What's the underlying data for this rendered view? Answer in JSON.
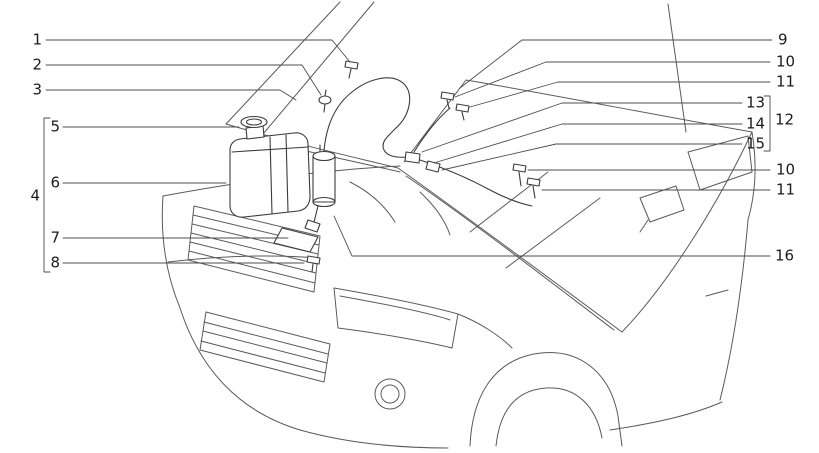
{
  "figure": {
    "type": "vehicle-parts-line-diagram",
    "callouts": {
      "c1": "1",
      "c2": "2",
      "c3": "3",
      "c4": "4",
      "c5": "5",
      "c6": "6",
      "c7": "7",
      "c8": "8",
      "c9": "9",
      "c10a": "10",
      "c11a": "11",
      "c12": "12",
      "c13": "13",
      "c14": "14",
      "c15": "15",
      "c10b": "10",
      "c11b": "11",
      "c16": "16"
    }
  }
}
